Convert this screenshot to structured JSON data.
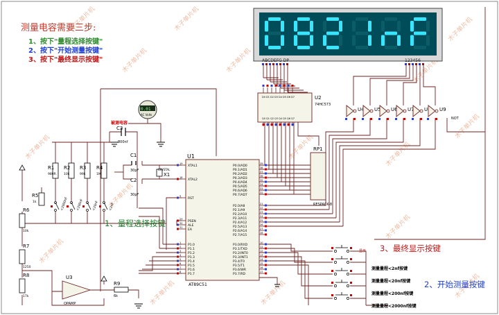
{
  "instructions": {
    "title": "测量电容需要三步:",
    "step1": "1、按下\"量程选择按键\"",
    "step2": "2、按下\"开始测量按键\"",
    "step3": "3、按下\"最终显示按键\"",
    "colors": {
      "title": "#c0392b",
      "step1": "#2e8b2e",
      "step2": "#1f3fd0",
      "step3": "#c01818"
    }
  },
  "display": {
    "digits": "0821nF",
    "segment_labels": "ABCDEFG DP",
    "digit_labels": "123456",
    "segment_color": "#39e6ff",
    "background_color": "#004c59"
  },
  "components": {
    "u2": {
      "name": "U2",
      "part": "74HC573"
    },
    "u1": {
      "name": "U1",
      "part": "AT89C51",
      "left_pins": [
        "XTAL1",
        "XTAL2",
        "RST",
        "PSEN",
        "ALE",
        "EA",
        "P1.0",
        "P1.1",
        "P1.2",
        "P1.3",
        "P1.4",
        "P1.5",
        "P1.6",
        "P1.7"
      ],
      "left_pin_numbers": [
        "19",
        "18",
        "9",
        "29",
        "30",
        "31",
        "1",
        "2",
        "3",
        "4",
        "5",
        "6",
        "7",
        "8"
      ],
      "right_pins": [
        "P0.0/AD0",
        "P0.1/AD1",
        "P0.2/AD2",
        "P0.3/AD3",
        "P0.4/AD4",
        "P0.5/AD5",
        "P0.6/AD6",
        "P0.7/AD7",
        "P2.0/A8",
        "P2.1/A9",
        "P2.2/A10",
        "P2.3/A11",
        "P2.4/A12",
        "P2.5/A13",
        "P2.6/A14",
        "P2.7/A15",
        "P3.0/RXD",
        "P3.1/TXD",
        "P3.2/INT0",
        "P3.3/INT1",
        "P3.4/T0",
        "P3.5/T1",
        "P3.6/WR",
        "P3.7/RD"
      ],
      "right_pin_numbers": [
        "39",
        "38",
        "37",
        "36",
        "35",
        "34",
        "33",
        "32",
        "21",
        "22",
        "23",
        "24",
        "25",
        "26",
        "27",
        "28",
        "10",
        "11",
        "12",
        "13",
        "14",
        "15",
        "16",
        "17"
      ]
    },
    "rp1": {
      "name": "RP1",
      "part": "RESPACK-8"
    },
    "u3": {
      "name": "U3",
      "part": "OPAMP"
    },
    "nots": [
      "U4",
      "U5",
      "U6",
      "U7",
      "U8",
      "U9"
    ],
    "not_label": "NOT",
    "c3": {
      "name": "C3",
      "value": "800nf",
      "caption": "被测电容"
    },
    "c1": {
      "name": "C1",
      "value": "30pF"
    },
    "c2": {
      "name": "C2",
      "value": "30pF"
    },
    "x1": {
      "name": "X1",
      "part": "CRYSTAL"
    },
    "r1": {
      "name": "R1",
      "value": "980R"
    },
    "r2": {
      "name": "R2",
      "value": "10k"
    },
    "r3": {
      "name": "R3",
      "value": "99k"
    },
    "r4": {
      "name": "R4",
      "value": "1M"
    },
    "r5": {
      "name": "R5",
      "value": "1k"
    },
    "r6": {
      "name": "R6",
      "value": "10k"
    },
    "r7": {
      "name": "R7",
      "value": "1250"
    },
    "r8": {
      "name": "R8",
      "value": "17k"
    },
    "r9": {
      "name": "R9",
      "value": "6k"
    },
    "voltmeter": {
      "name": "AC Volts"
    },
    "switch_labels": [
      "<2000nF",
      "<200nF",
      "<20nF",
      "<2nF"
    ]
  },
  "annotations": {
    "range_select": "1、量程选择按键",
    "start_measure": "2、开始测量按键",
    "final_display": "3、最终显示按键",
    "display_small": "显示",
    "btn_2nf": "测量量程<2nf按键",
    "btn_20nf": "测量量程<20nf按键",
    "btn_200nf": "测量量程<200nf按键",
    "btn_2000nf": "测量量程<2000nf按键",
    "watermark": "木子单片机"
  }
}
